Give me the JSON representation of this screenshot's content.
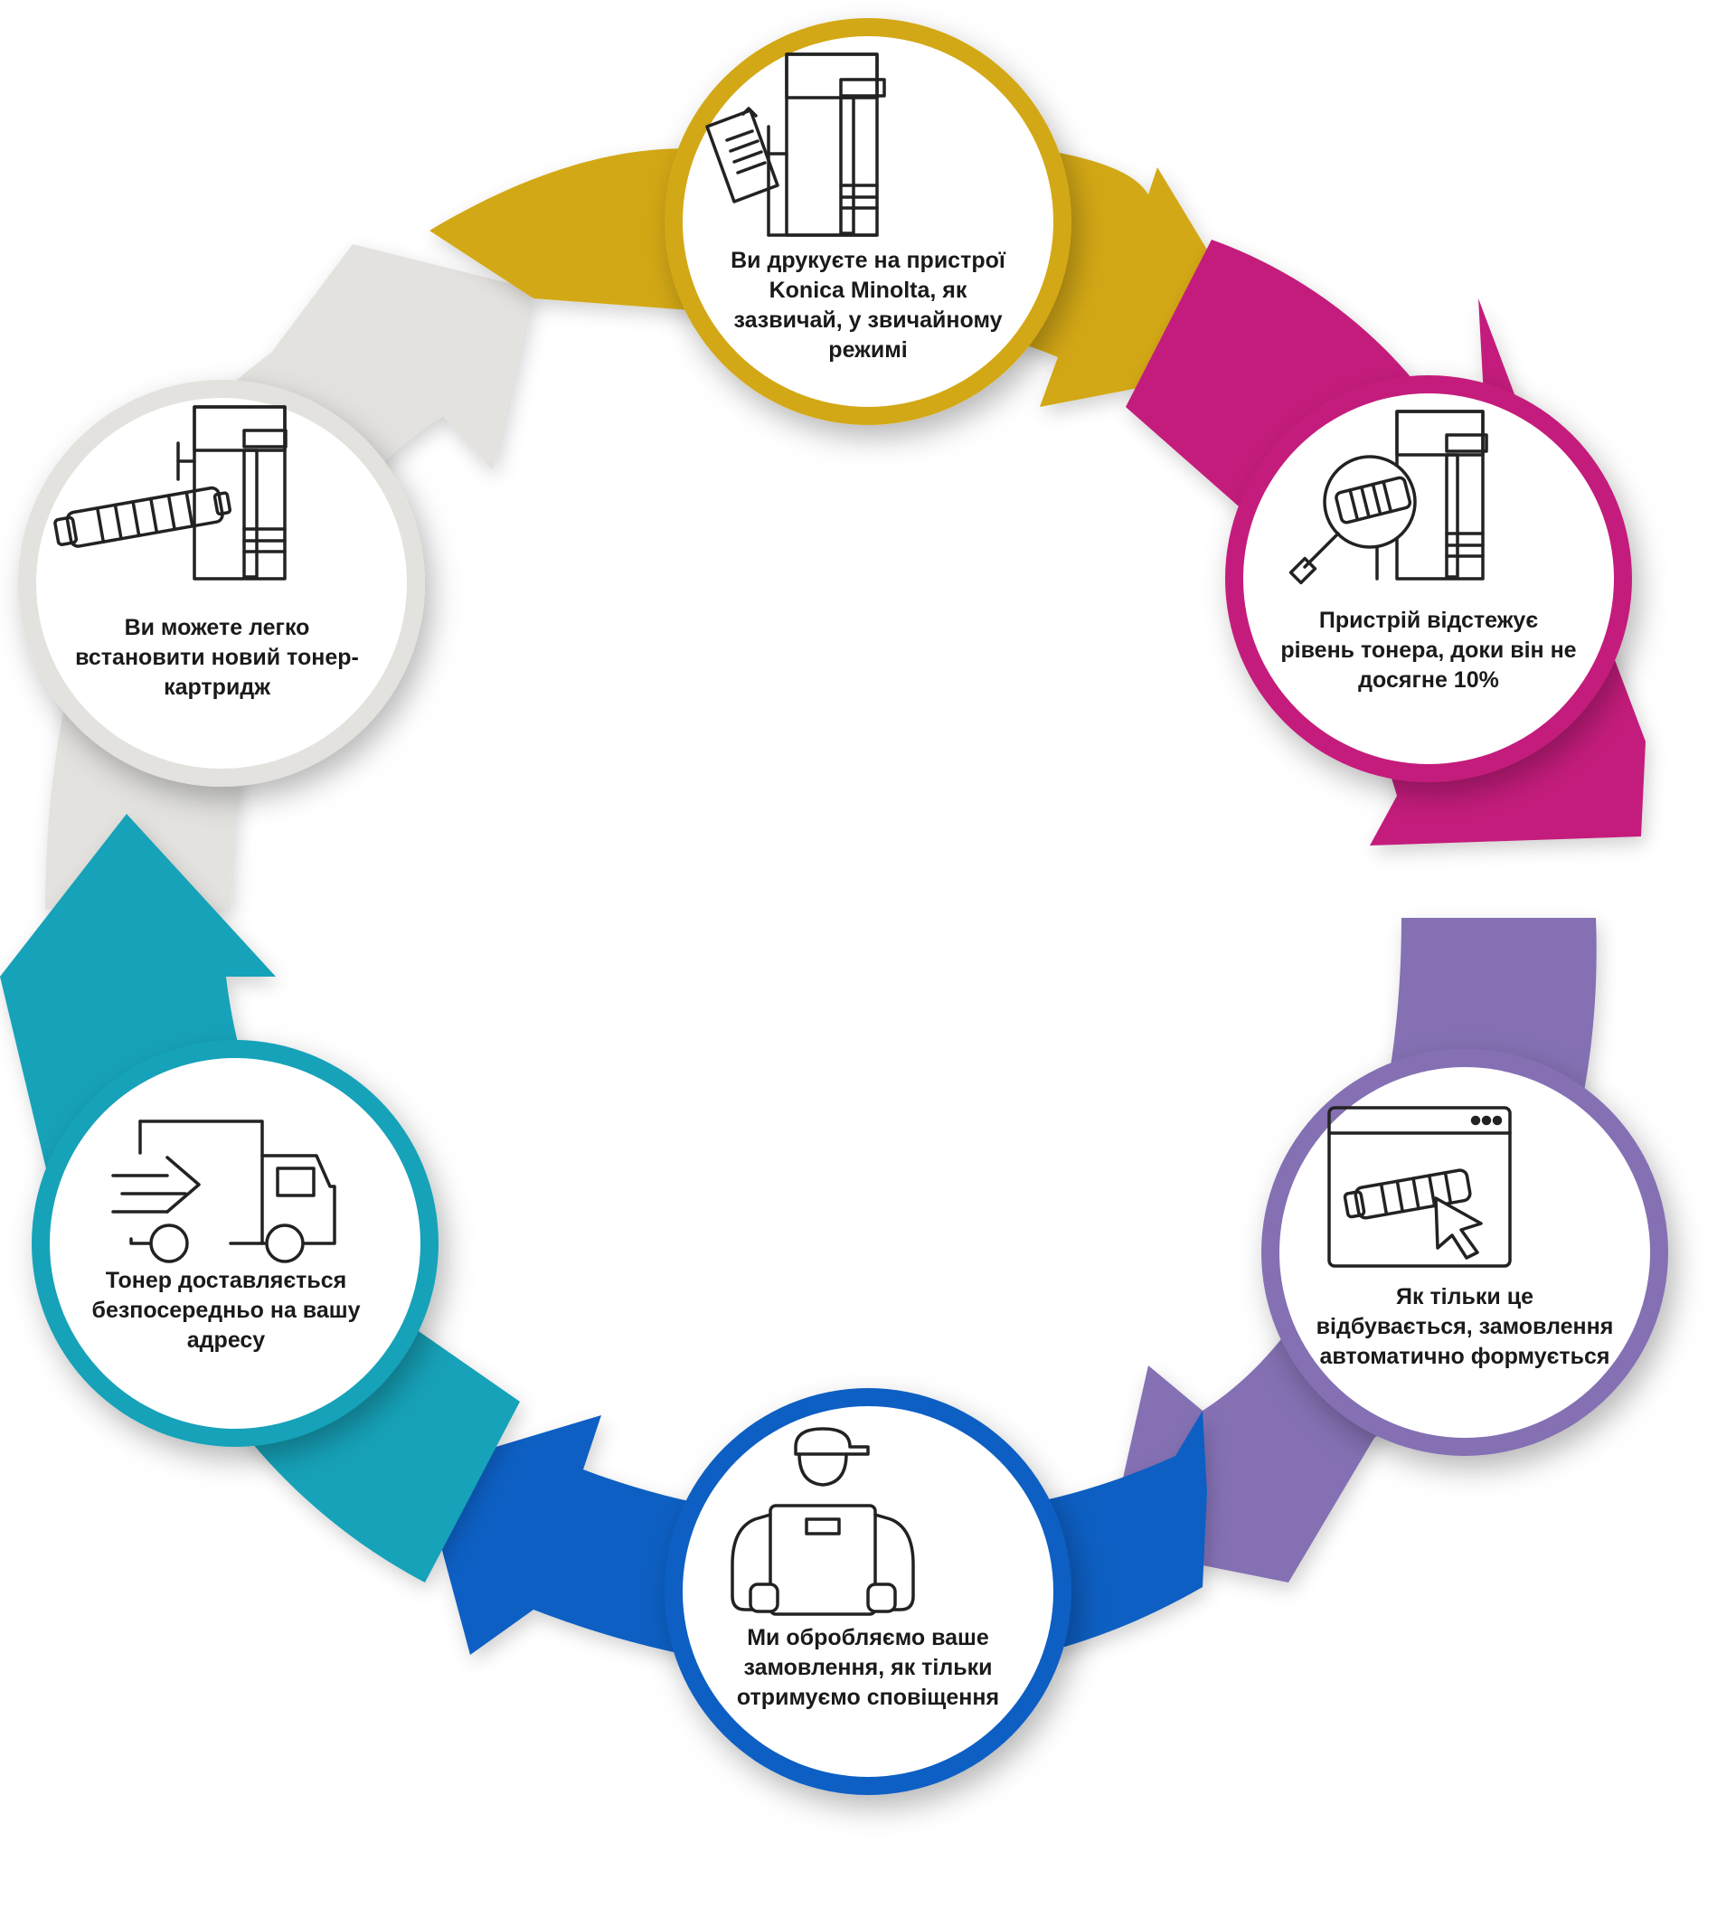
{
  "steps": [
    {
      "text": "Ви друкуєте на пристрої Konica Minolta, як зазвичай, у звичайному режимі",
      "icon": "printer-with-document-icon",
      "color": "#D3A814"
    },
    {
      "text": "Пристрій відстежує рівень тонера, доки він не досягне 10%",
      "icon": "magnifier-toner-printer-icon",
      "color": "#C41F7C"
    },
    {
      "text": "Як тільки це відбувається, замовлення автоматично формується",
      "icon": "browser-toner-cursor-icon",
      "color": "#8470B3"
    },
    {
      "text": "Ми обробляємо ваше замовлення, як тільки отримуємо сповіщення",
      "icon": "courier-with-box-icon",
      "color": "#0D5FC3"
    },
    {
      "text": "Тонер доставляється безпосередньо на вашу адресу",
      "icon": "delivery-truck-icon",
      "color": "#14A2B9"
    },
    {
      "text": "Ви можете легко встановити новий тонер-картридж",
      "icon": "install-toner-printer-icon",
      "color": "#E3E2DE"
    }
  ]
}
